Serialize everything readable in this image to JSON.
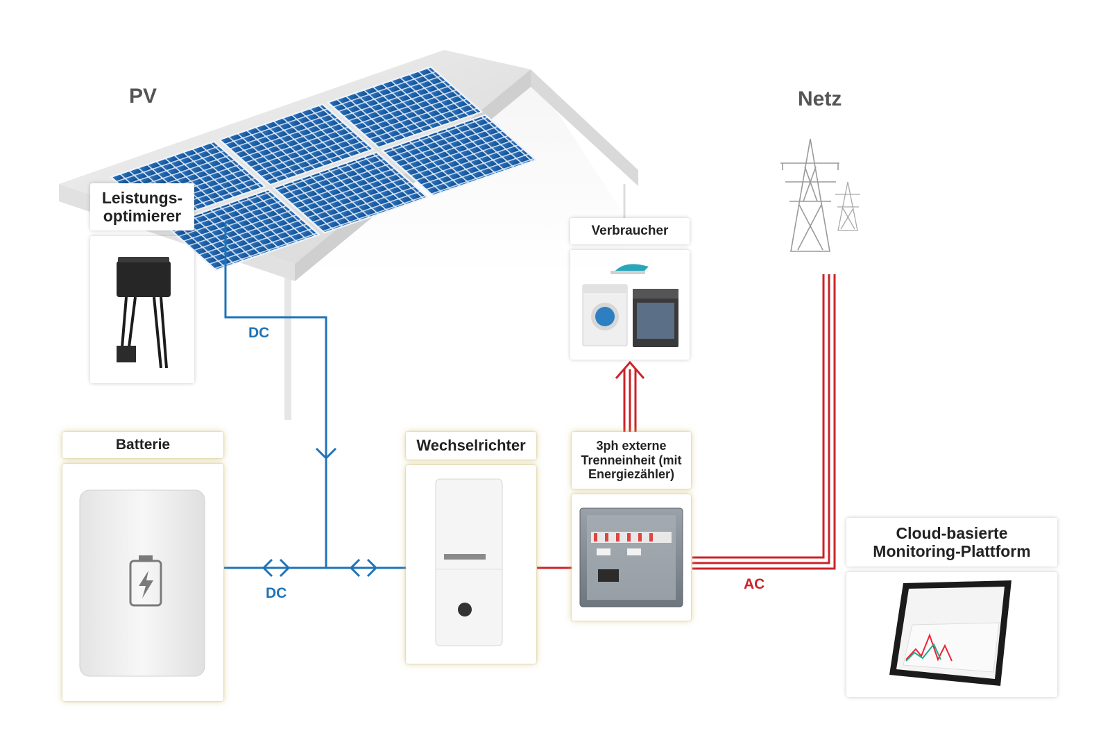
{
  "titles": {
    "pv": "PV",
    "grid": "Netz"
  },
  "components": {
    "optimizer": "Leistungs-\noptimierer",
    "consumer": "Verbraucher",
    "battery": "Batterie",
    "inverter": "Wechselrichter",
    "disconnect": "3ph externe\nTrenneinheit (mit\nEnergiezähler)",
    "monitoring": "Cloud-basierte\nMonitoring-Plattform"
  },
  "connections": {
    "dc_pv": "DC",
    "dc_battery": "DC",
    "ac_grid": "AC"
  },
  "colors": {
    "dc": "#1e73b8",
    "ac": "#cc2229",
    "panel": "#1d5fa8",
    "box_glow": "#d9c98a"
  }
}
